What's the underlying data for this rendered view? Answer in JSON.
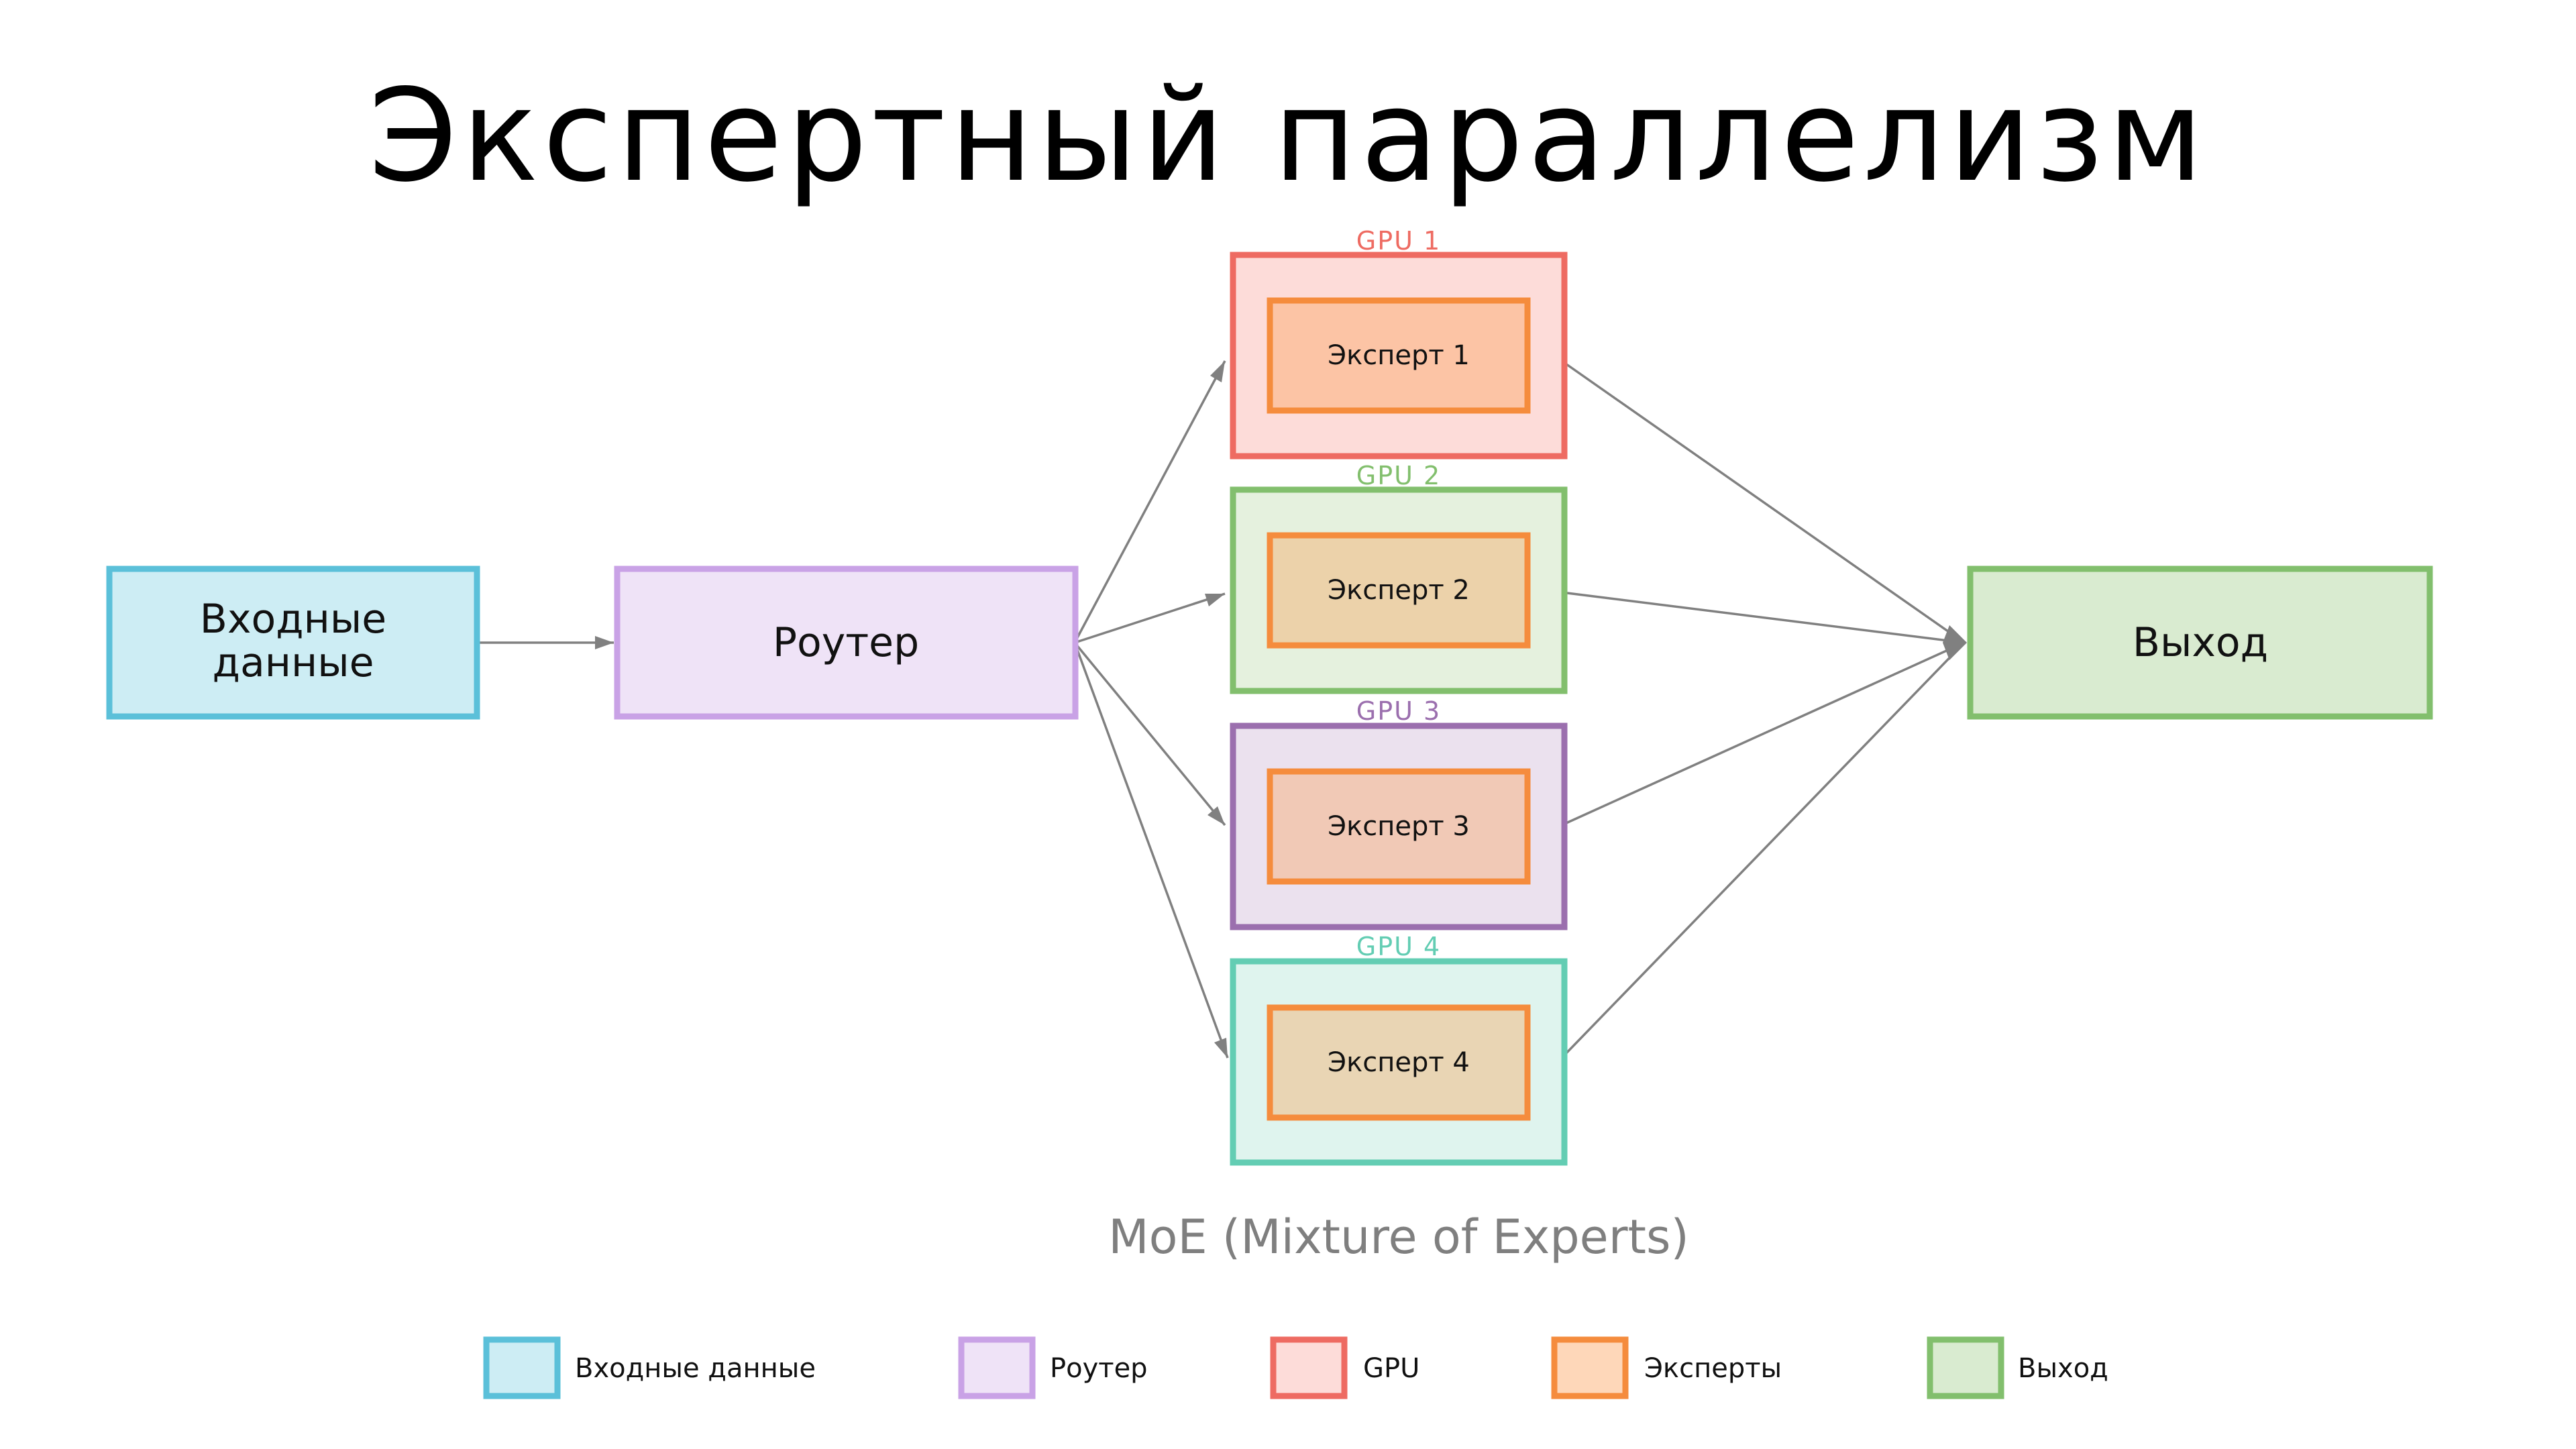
{
  "title": "Экспертный параллелизм",
  "nodes": {
    "input": {
      "label_lines": [
        "Входные",
        "данные"
      ],
      "fill": "#cdedf4",
      "stroke": "#5bc0d9"
    },
    "router": {
      "label": "Роутер",
      "fill": "#efe3f7",
      "stroke": "#c9a2e6"
    },
    "output": {
      "label": "Выход",
      "fill": "#d9ebd0",
      "stroke": "#82bf6d"
    }
  },
  "gpus": [
    {
      "label": "GPU 1",
      "stroke": "#ee6b62",
      "fill": "#fddcd9",
      "label_color": "#ee6b62",
      "expert": {
        "label": "Эксперт 1",
        "fill": "#fcc4a5",
        "stroke": "#f58c3d"
      }
    },
    {
      "label": "GPU 2",
      "stroke": "#82bf6d",
      "fill": "#e5f1de",
      "label_color": "#82bf6d",
      "expert": {
        "label": "Эксперт 2",
        "fill": "#ecd2aa",
        "stroke": "#f58c3d"
      }
    },
    {
      "label": "GPU 3",
      "stroke": "#9b6fae",
      "fill": "#ebe1ee",
      "label_color": "#9b6fae",
      "expert": {
        "label": "Эксперт 3",
        "fill": "#f1c9b6",
        "stroke": "#f58c3d"
      }
    },
    {
      "label": "GPU 4",
      "stroke": "#63cdb3",
      "fill": "#dff4ee",
      "label_color": "#63cdb3",
      "expert": {
        "label": "Эксперт 4",
        "fill": "#e9d5b4",
        "stroke": "#f58c3d"
      }
    }
  ],
  "caption": "MoE (Mixture of Experts)",
  "legend": [
    {
      "label": "Входные данные",
      "fill": "#cdedf4",
      "stroke": "#5bc0d9"
    },
    {
      "label": "Роутер",
      "fill": "#efe3f7",
      "stroke": "#c9a2e6"
    },
    {
      "label": "GPU",
      "fill": "#fddcd9",
      "stroke": "#ee6b62"
    },
    {
      "label": "Эксперты",
      "fill": "#fed7b9",
      "stroke": "#f58c3d"
    },
    {
      "label": "Выход",
      "fill": "#d9ebd0",
      "stroke": "#82bf6d"
    }
  ],
  "edge_color": "#808080"
}
